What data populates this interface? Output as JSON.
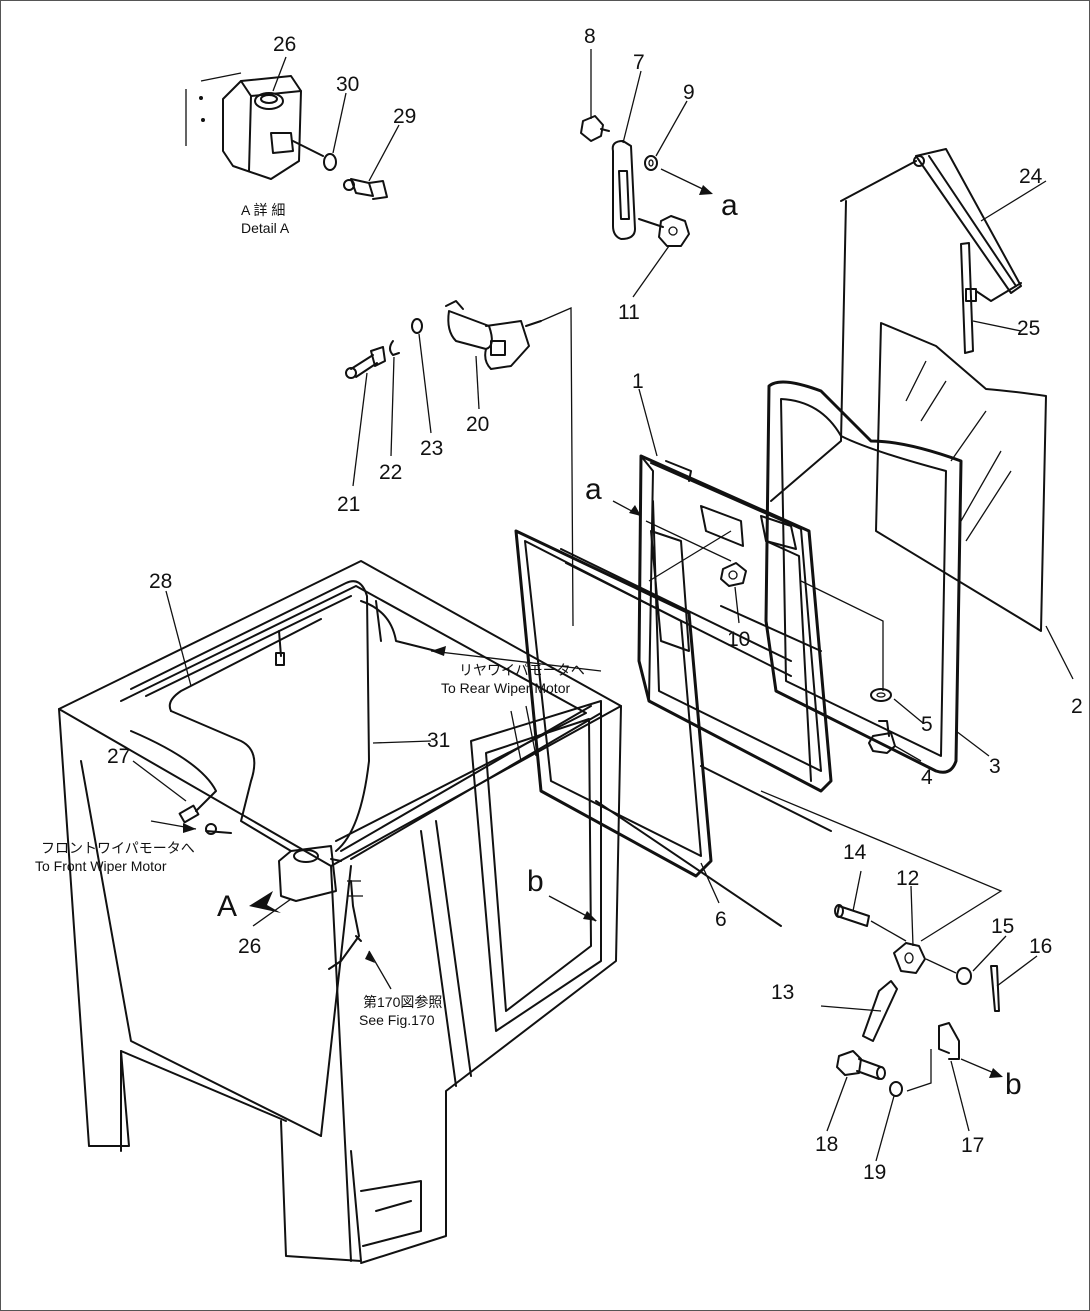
{
  "part_numbers": [
    "1",
    "2",
    "3",
    "4",
    "5",
    "6",
    "7",
    "8",
    "9",
    "10",
    "11",
    "12",
    "13",
    "14",
    "15",
    "16",
    "17",
    "18",
    "19",
    "20",
    "21",
    "22",
    "23",
    "24",
    "25",
    "26",
    "27",
    "28",
    "29",
    "30",
    "31"
  ],
  "letters": {
    "a": "a",
    "b": "b",
    "A": "A"
  },
  "notes": {
    "detail_jp": "A 詳 細",
    "detail_en": "Detail A",
    "rear_wiper_jp": "リヤワイパモータへ",
    "rear_wiper_en": "To Rear Wiper Motor",
    "front_wiper_jp": "フロントワイパモータへ",
    "front_wiper_en": "To Front Wiper Motor",
    "see_fig_jp": "第170図参照",
    "see_fig_en": "See Fig.170"
  }
}
